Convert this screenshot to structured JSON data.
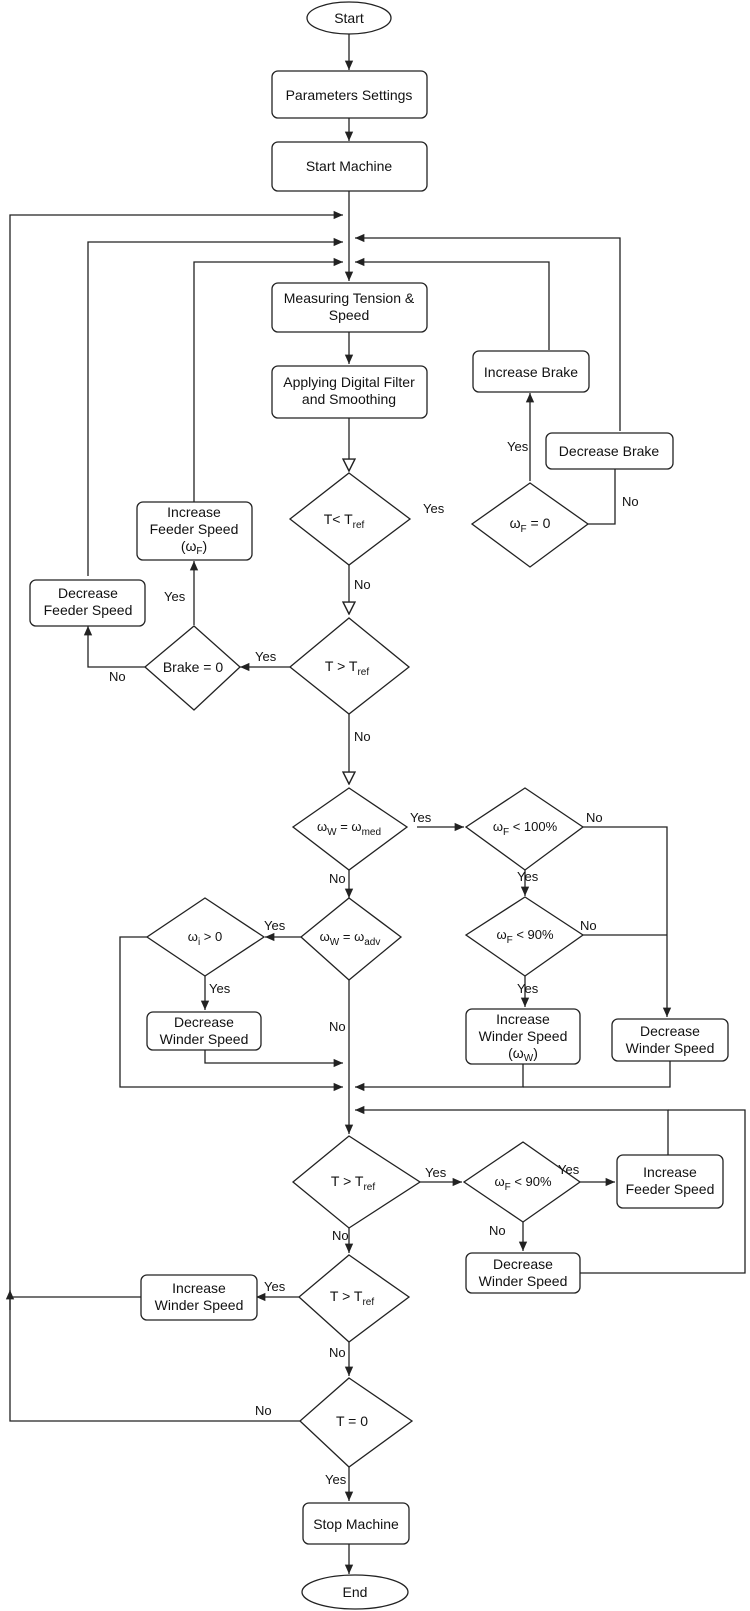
{
  "nodes": {
    "start": "Start",
    "params": "Parameters Settings",
    "start_machine": "Start Machine",
    "measure_1": "Measuring Tension &",
    "measure_2": "Speed",
    "filter_1": "Applying Digital Filter",
    "filter_2": "and Smoothing",
    "d_t_less_pre": "T< T",
    "d_t_less_sub": "ref",
    "inc_brake": "Increase Brake",
    "dec_brake": "Decrease Brake",
    "d_wf0_a": "ω",
    "d_wf0_sub": "F",
    "d_wf0_b": " = 0",
    "inc_feeder_1": "Increase",
    "inc_feeder_2": "Feeder Speed",
    "inc_feeder_3a": "(ω",
    "inc_feeder_3sub": "F",
    "inc_feeder_3b": ")",
    "dec_feeder_1": "Decrease",
    "dec_feeder_2": "Feeder Speed",
    "d_brake0": "Brake = 0",
    "d_t_greater1_pre": "T > T",
    "d_t_greater1_sub": "ref",
    "d_ww_med_a": "ω",
    "d_ww_med_sub1": "W",
    "d_ww_med_b": " = ω",
    "d_ww_med_sub2": "med",
    "d_wf100_a": "ω",
    "d_wf100_sub": "F",
    "d_wf100_b": " < 100%",
    "d_ww_adv_a": "ω",
    "d_ww_adv_sub1": "W",
    "d_ww_adv_b": " = ω",
    "d_ww_adv_sub2": "adv",
    "d_wi0_a": "ω",
    "d_wi0_sub": "i",
    "d_wi0_b": " > 0",
    "d_wf90a_a": "ω",
    "d_wf90a_sub": "F",
    "d_wf90a_b": " < 90%",
    "dec_winder_a_1": "Decrease",
    "dec_winder_a_2": "Winder Speed",
    "inc_winder_a_1": "Increase",
    "inc_winder_a_2": "Winder Speed",
    "inc_winder_a_3a": "(ω",
    "inc_winder_a_3sub": "W",
    "inc_winder_a_3b": ")",
    "dec_winder_b_1": "Decrease",
    "dec_winder_b_2": "Winder Speed",
    "d_t_greater2_pre": "T > T",
    "d_t_greater2_sub": "ref",
    "d_wf90b_a": "ω",
    "d_wf90b_sub": "F",
    "d_wf90b_b": " < 90%",
    "inc_feeder_b_1": "Increase",
    "inc_feeder_b_2": "Feeder Speed",
    "dec_winder_c_1": "Decrease",
    "dec_winder_c_2": "Winder Speed",
    "d_t_greater3_pre": "T > T",
    "d_t_greater3_sub": "ref",
    "inc_winder_b_1": "Increase",
    "inc_winder_b_2": "Winder Speed",
    "d_t0": "T = 0",
    "stop_machine": "Stop Machine",
    "end": "End"
  },
  "edge_labels": {
    "yes": "Yes",
    "no": "No"
  }
}
